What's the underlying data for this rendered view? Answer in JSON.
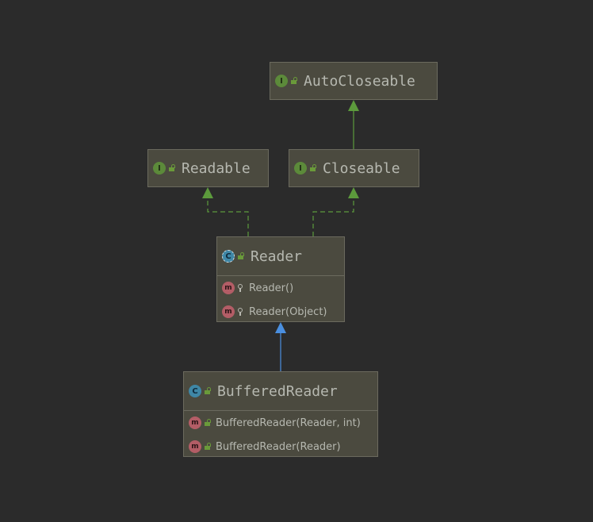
{
  "diagram": {
    "nodes": [
      {
        "id": "autocloseable",
        "kind": "interface",
        "kind_glyph": "I",
        "name": "AutoCloseable",
        "members": []
      },
      {
        "id": "readable",
        "kind": "interface",
        "kind_glyph": "I",
        "name": "Readable",
        "members": []
      },
      {
        "id": "closeable",
        "kind": "interface",
        "kind_glyph": "I",
        "name": "Closeable",
        "members": []
      },
      {
        "id": "reader",
        "kind": "abstract-class",
        "kind_glyph": "C",
        "name": "Reader",
        "members": [
          {
            "glyph": "m",
            "visibility": "protected",
            "signature": "Reader()"
          },
          {
            "glyph": "m",
            "visibility": "protected",
            "signature": "Reader(Object)"
          }
        ]
      },
      {
        "id": "bufferedreader",
        "kind": "class",
        "kind_glyph": "C",
        "name": "BufferedReader",
        "members": [
          {
            "glyph": "m",
            "visibility": "public",
            "signature": "BufferedReader(Reader, int)"
          },
          {
            "glyph": "m",
            "visibility": "public",
            "signature": "BufferedReader(Reader)"
          }
        ]
      }
    ],
    "edges": [
      {
        "from": "closeable",
        "to": "autocloseable",
        "type": "extends"
      },
      {
        "from": "reader",
        "to": "readable",
        "type": "implements"
      },
      {
        "from": "reader",
        "to": "closeable",
        "type": "implements"
      },
      {
        "from": "bufferedreader",
        "to": "reader",
        "type": "extends"
      }
    ],
    "colors": {
      "background": "#2b2b2b",
      "node_fill": "#4b4a3f",
      "interface_edge": "#5c9a3c",
      "class_edge": "#4a8fe0",
      "text": "#b6b8b0"
    }
  }
}
